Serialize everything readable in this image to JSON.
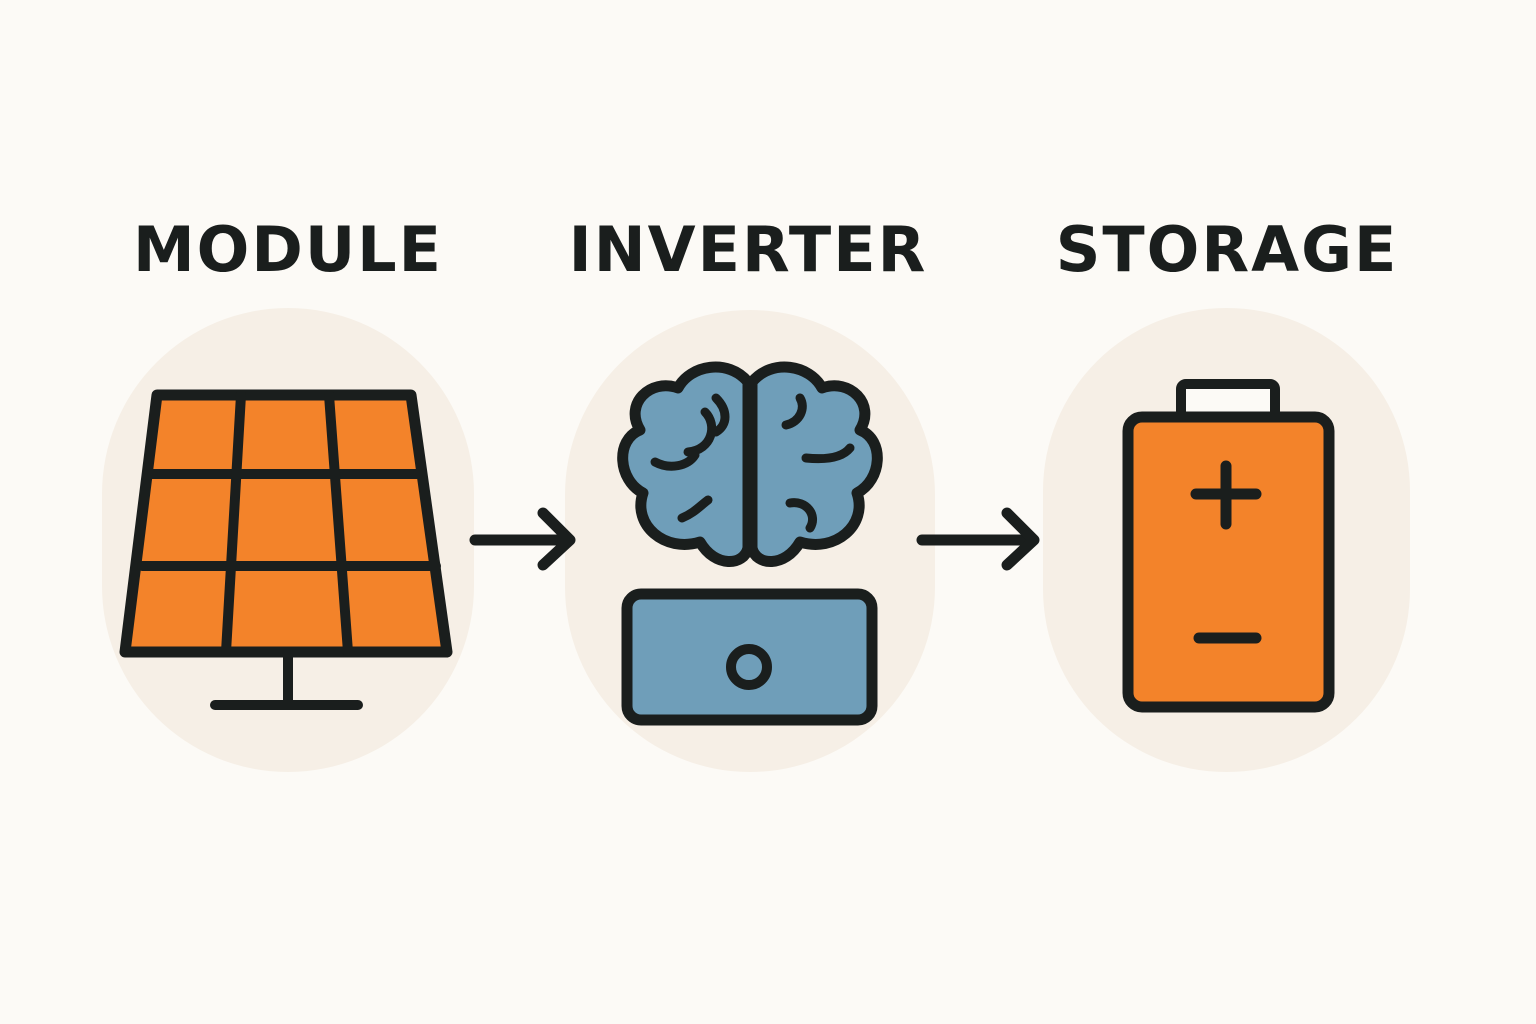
{
  "steps": [
    {
      "label": "MODULE",
      "icon": "solar-panel-icon"
    },
    {
      "label": "INVERTER",
      "icon": "brain-inverter-icon"
    },
    {
      "label": "STORAGE",
      "icon": "battery-icon"
    }
  ],
  "colors": {
    "background": "#fcfaf6",
    "bubble": "#f6efe6",
    "stroke": "#1a1e1d",
    "orange": "#f3832a",
    "blue": "#6f9eb9"
  }
}
